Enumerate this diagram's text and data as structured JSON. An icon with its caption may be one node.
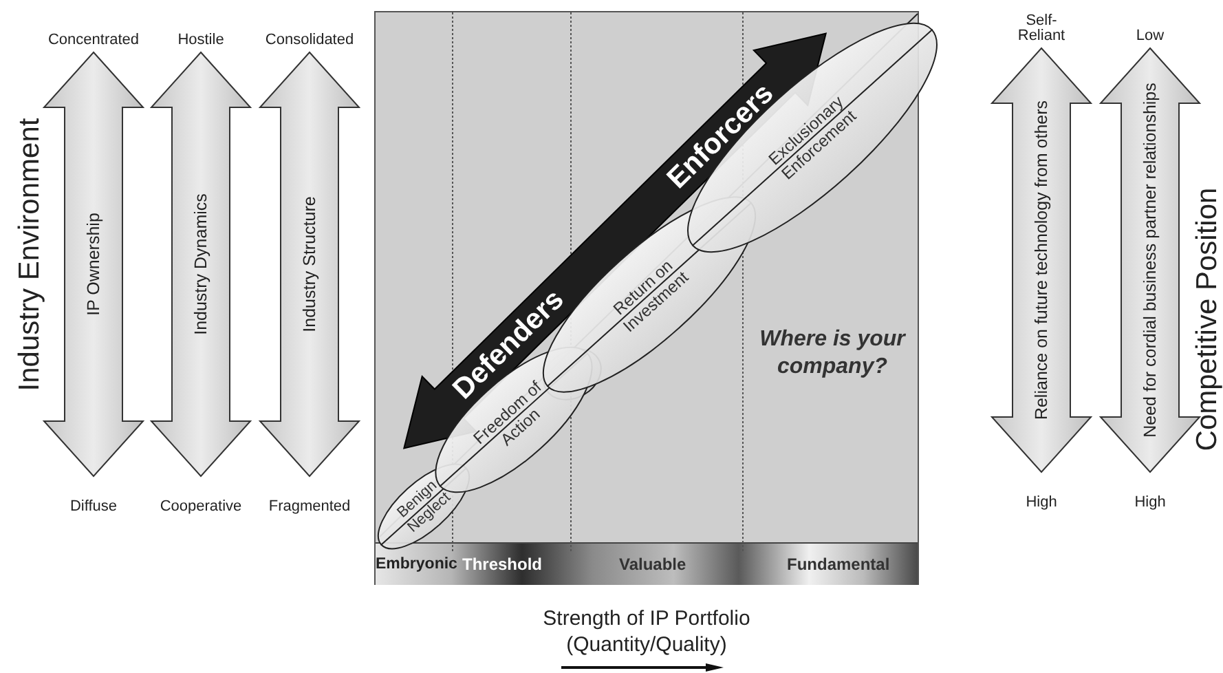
{
  "diagram": {
    "nodes": [
      {
        "text": [
          "IP Ownership"
        ],
        "beside": [
          "Concentrated",
          "Diffuse"
        ]
      },
      {
        "text": [
          "Industry Dynamics"
        ],
        "beside": [
          "Hostile",
          "Cooperative"
        ]
      },
      {
        "text": [
          "Industry Structure"
        ],
        "beside": [
          "Consolidated",
          "Fragmented"
        ]
      },
      {
        "text": [
          "Defenders",
          "Enforcers"
        ]
      },
      {
        "text": [
          "Benign Neglect"
        ]
      },
      {
        "text": [
          "Freedom of Action"
        ]
      },
      {
        "text": [
          "Return on Investment"
        ]
      },
      {
        "text": [
          "Exclusionary Enforcement"
        ]
      },
      {
        "text": [
          "Reliance on future technology from others"
        ],
        "beside": [
          "Self-Reliant",
          "High"
        ]
      },
      {
        "text": [
          "Need for cordial business partner relationships"
        ],
        "beside": [
          "Low",
          "High"
        ]
      }
    ],
    "labels": [
      "Industry Environment",
      "Where is your company?",
      "Embryonic",
      "Threshold",
      "Valuable",
      "Fundamental",
      "Strength of IP Portfolio (Quantity/Quality)",
      "Competitive Position"
    ]
  }
}
